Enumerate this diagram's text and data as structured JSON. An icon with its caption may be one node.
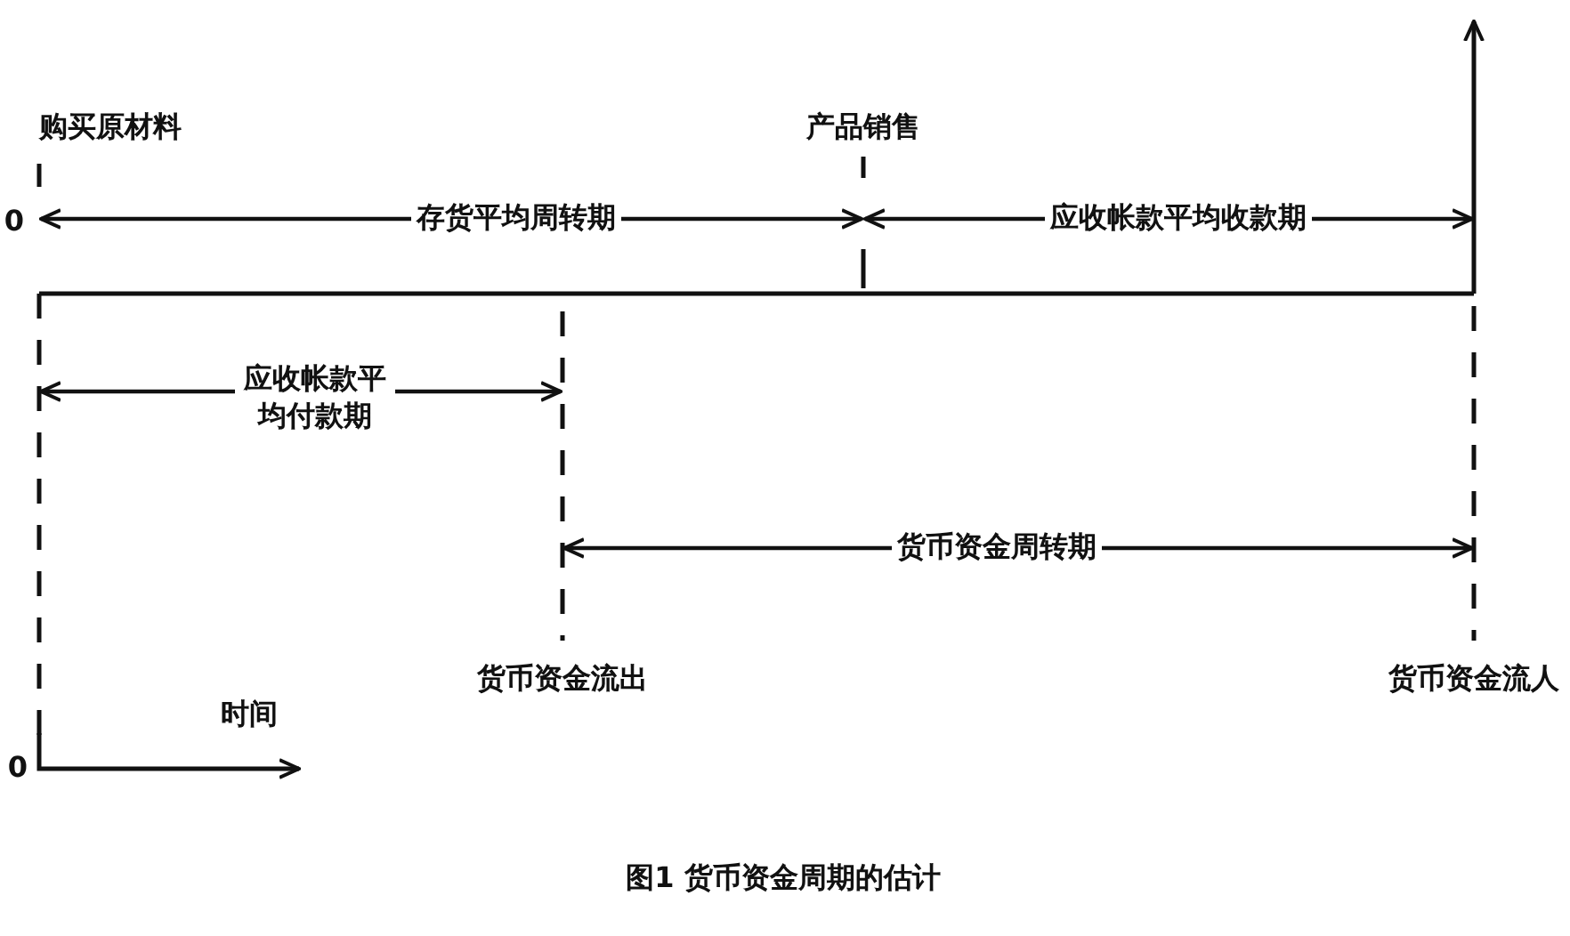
{
  "diagram": {
    "caption": "图1 货币资金周期的估计",
    "labels": [
      "购买原材料",
      "产品销售",
      "0",
      "存货平均周转期",
      "应收帐款平均收款期",
      "应收帐款平均付款期",
      "货币资金周转期",
      "货币资金流出",
      "货币资金流人",
      "时间",
      "0"
    ]
  }
}
